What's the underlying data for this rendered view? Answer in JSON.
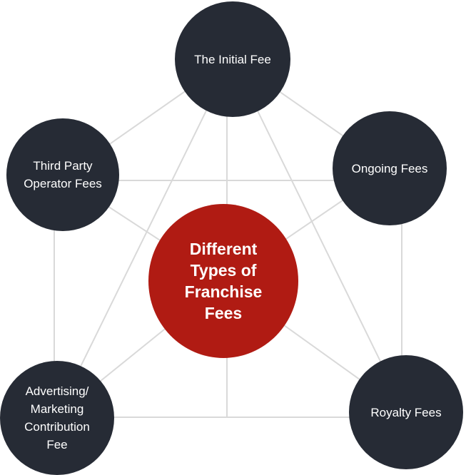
{
  "colors": {
    "outer_fill": "#262b35",
    "center_fill": "#b01b13",
    "edge": "#d9d9d9"
  },
  "center": {
    "label": "Different\nTypes of\nFranchise\nFees"
  },
  "nodes": {
    "initial_fee": {
      "label": "The Initial Fee"
    },
    "ongoing_fees": {
      "label": "Ongoing Fees"
    },
    "royalty_fees": {
      "label": "Royalty Fees"
    },
    "advertising_fee": {
      "label": "Advertising/\nMarketing\nContribution\nFee"
    },
    "third_party_fees": {
      "label": "Third Party\nOperator Fees"
    }
  }
}
